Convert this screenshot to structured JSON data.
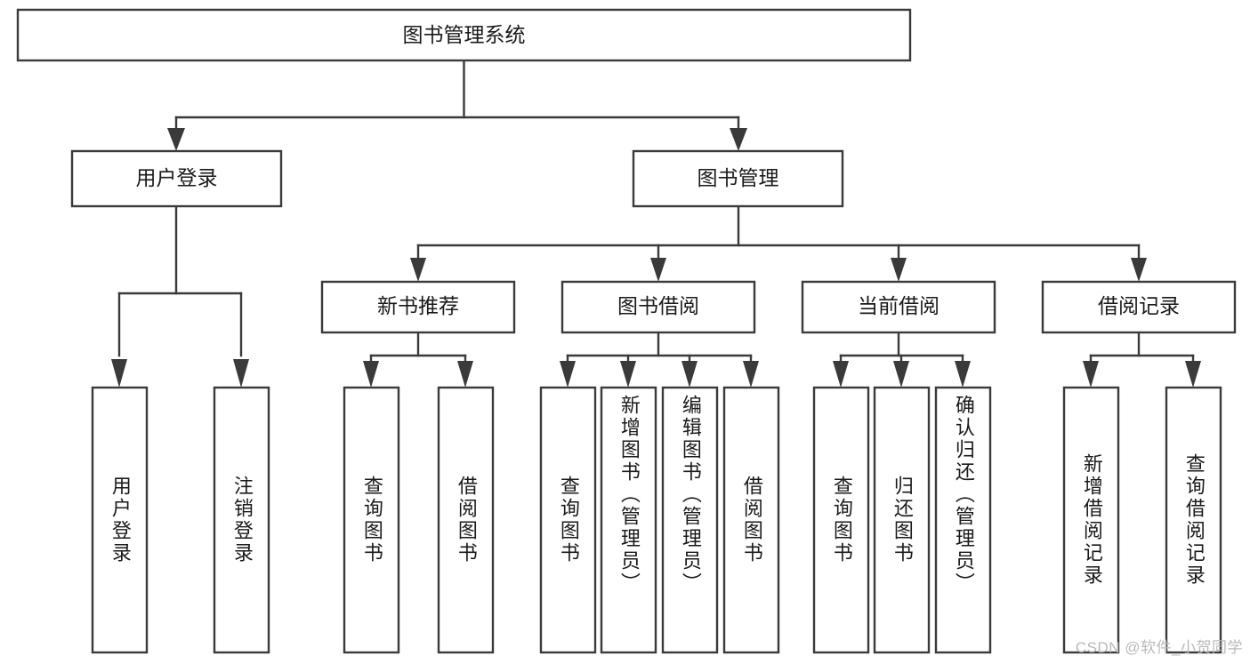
{
  "diagram": {
    "type": "tree-hierarchy",
    "orientation": "top-down",
    "title": "图书管理系统",
    "colors": {
      "box_fill": "#ffffff",
      "box_stroke": "#3a3a3a",
      "text": "#1a1a1a",
      "watermark": "#b9b9b9"
    },
    "root": {
      "label": "图书管理系统"
    },
    "level2": [
      {
        "label": "用户登录"
      },
      {
        "label": "图书管理"
      }
    ],
    "level3": [
      {
        "label": "新书推荐"
      },
      {
        "label": "图书借阅"
      },
      {
        "label": "当前借阅"
      },
      {
        "label": "借阅记录"
      }
    ],
    "leaves": {
      "user_login": [
        {
          "label": "用户登录"
        },
        {
          "label": "注销登录"
        }
      ],
      "new_book_recommend": [
        {
          "label": "查询图书"
        },
        {
          "label": "借阅图书"
        }
      ],
      "book_borrow": [
        {
          "label": "查询图书"
        },
        {
          "label": "新增图书（管理员）"
        },
        {
          "label": "编辑图书（管理员）"
        },
        {
          "label": "借阅图书"
        }
      ],
      "current_borrow": [
        {
          "label": "查询图书"
        },
        {
          "label": "归还图书"
        },
        {
          "label": "确认归还（管理员）"
        }
      ],
      "borrow_record": [
        {
          "label": "新增借阅记录"
        },
        {
          "label": "查询借阅记录"
        }
      ]
    }
  },
  "watermark": {
    "text": "CSDN @软件_小贺同学"
  }
}
